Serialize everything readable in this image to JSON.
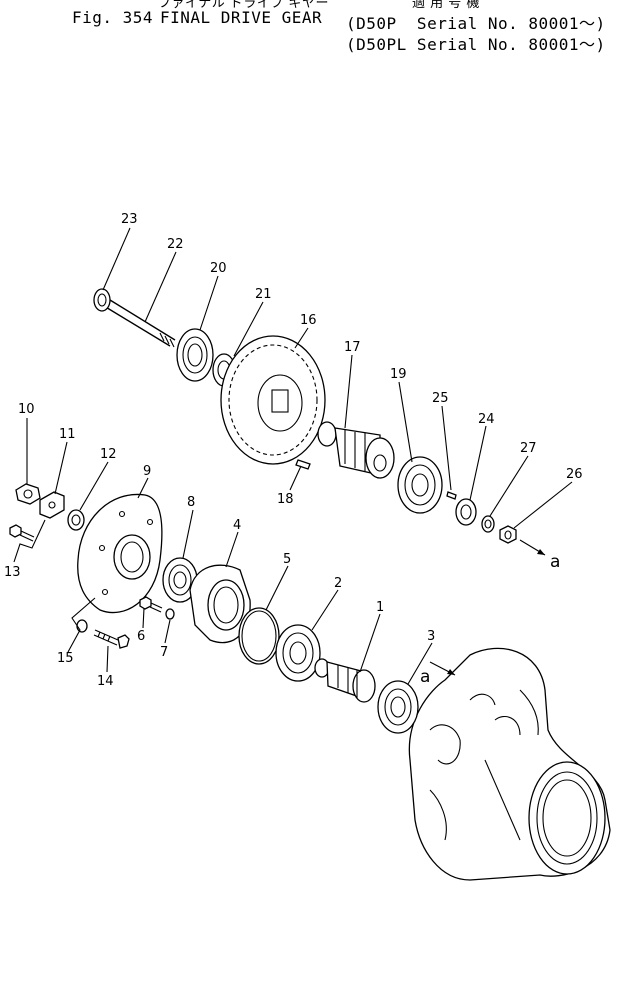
{
  "header": {
    "fig_number": "Fig. 354",
    "title": "FINAL DRIVE GEAR",
    "japanese_title": "ファイナル ドライブ ギヤー",
    "applicability_label": "適 用 号 機",
    "applicability": [
      "(D50P  Serial No. 80001～)",
      "(D50PL Serial No. 80001～)"
    ]
  },
  "callouts": [
    {
      "id": "1",
      "label": "1"
    },
    {
      "id": "2",
      "label": "2"
    },
    {
      "id": "3",
      "label": "3"
    },
    {
      "id": "4",
      "label": "4"
    },
    {
      "id": "5",
      "label": "5"
    },
    {
      "id": "6",
      "label": "6"
    },
    {
      "id": "7",
      "label": "7"
    },
    {
      "id": "8",
      "label": "8"
    },
    {
      "id": "9",
      "label": "9"
    },
    {
      "id": "10",
      "label": "10"
    },
    {
      "id": "11",
      "label": "11"
    },
    {
      "id": "12",
      "label": "12"
    },
    {
      "id": "13",
      "label": "13"
    },
    {
      "id": "14",
      "label": "14"
    },
    {
      "id": "15",
      "label": "15"
    },
    {
      "id": "16",
      "label": "16"
    },
    {
      "id": "17",
      "label": "17"
    },
    {
      "id": "18",
      "label": "18"
    },
    {
      "id": "19",
      "label": "19"
    },
    {
      "id": "20",
      "label": "20"
    },
    {
      "id": "21",
      "label": "21"
    },
    {
      "id": "22",
      "label": "22"
    },
    {
      "id": "23",
      "label": "23"
    },
    {
      "id": "24",
      "label": "24"
    },
    {
      "id": "25",
      "label": "25"
    },
    {
      "id": "26",
      "label": "26"
    },
    {
      "id": "27",
      "label": "27"
    }
  ],
  "refs": {
    "a1": "a",
    "a2": "a"
  }
}
